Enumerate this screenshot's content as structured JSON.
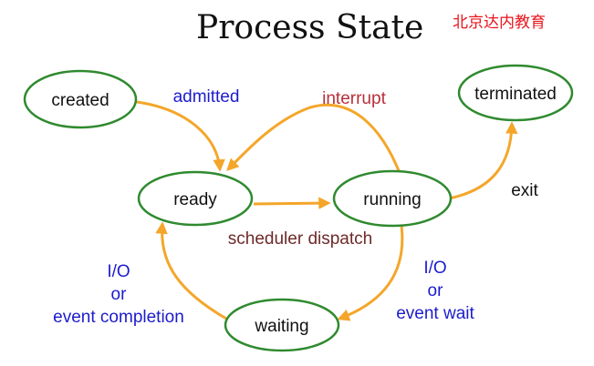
{
  "title": "Process State",
  "brand": "北京达内教育",
  "colors": {
    "node_border": "#2f8a2f",
    "arrow": "#f4a62a",
    "blue_label": "#1c1ccc",
    "interrupt": "#b8303a",
    "dispatch": "#6e2a2a"
  },
  "nodes": {
    "created": "created",
    "ready": "ready",
    "running": "running",
    "waiting": "waiting",
    "terminated": "terminated"
  },
  "edges": {
    "admitted": "admitted",
    "interrupt": "interrupt",
    "dispatch": "scheduler dispatch",
    "exit": "exit",
    "io_wait": [
      "I/O",
      "or",
      "event wait"
    ],
    "io_completion": [
      "I/O",
      "or",
      "event completion"
    ]
  }
}
